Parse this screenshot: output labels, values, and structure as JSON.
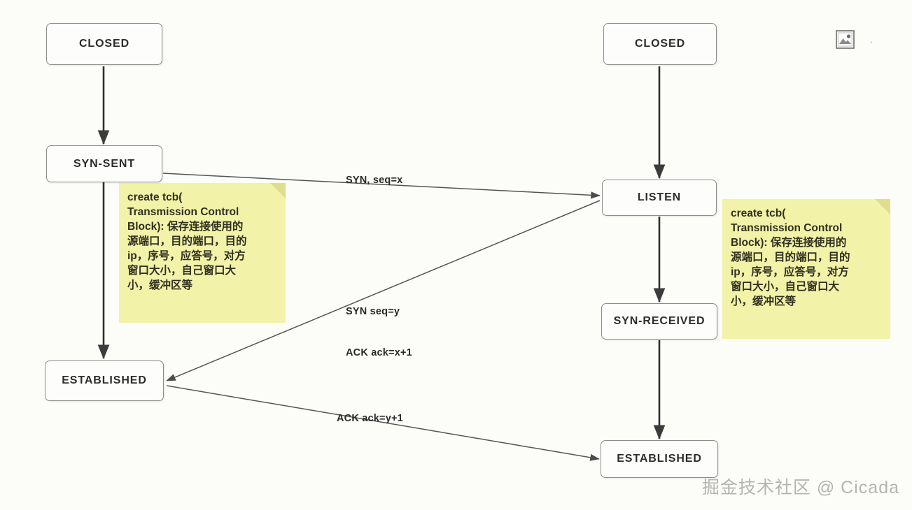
{
  "diagram": {
    "title": "TCP three-way handshake state diagram",
    "background_color": "#fcfcf8",
    "box_border_color": "#8d8d8d",
    "note_color": "#f2f2a8",
    "arrow_color": "#4a4a4a"
  },
  "client": {
    "states": [
      {
        "id": "client-closed",
        "label": "CLOSED"
      },
      {
        "id": "client-syn-sent",
        "label": "SYN-SENT"
      },
      {
        "id": "client-established",
        "label": "ESTABLISHED"
      }
    ],
    "note": {
      "lines": [
        "create tcb(",
        "Transmission Control",
        "Block): 保存连接使用的",
        "源端口，目的端口，目的",
        "ip，序号，应答号，对方",
        "窗口大小，自己窗口大",
        "小，缓冲区等"
      ],
      "text": "create tcb(Transmission Control Block): 保存连接使用的源端口，目的端口，目的ip，序号，应答号，对方窗口大小，自己窗口大小，缓冲区等"
    }
  },
  "server": {
    "states": [
      {
        "id": "server-closed",
        "label": "CLOSED"
      },
      {
        "id": "server-listen",
        "label": "LISTEN"
      },
      {
        "id": "server-syn-received",
        "label": "SYN-RECEIVED"
      },
      {
        "id": "server-established",
        "label": "ESTABLISHED"
      }
    ],
    "note": {
      "lines": [
        "create tcb(",
        "Transmission Control",
        "Block): 保存连接使用的",
        "源端口，目的端口，目的",
        "ip，序号，应答号，对方",
        "窗口大小，自己窗口大",
        "小，缓冲区等"
      ],
      "text": "create tcb(Transmission Control Block): 保存连接使用的源端口，目的端口，目的ip，序号，应答号，对方窗口大小，自己窗口大小，缓冲区等"
    }
  },
  "messages": [
    {
      "id": "msg-syn",
      "label": "SYN, seq=x",
      "from": "client-syn-sent",
      "to": "server-listen"
    },
    {
      "id": "msg-syn-ack",
      "label": "SYN seq=y\nACK ack=x+1",
      "from": "server-listen",
      "to": "client-established"
    },
    {
      "id": "msg-ack",
      "label": "ACK ack=y+1",
      "from": "client-established",
      "to": "server-established"
    }
  ],
  "message_labels": {
    "syn": "SYN, seq=x",
    "syn_ack_line1": "SYN seq=y",
    "syn_ack_line2": "ACK ack=x+1",
    "ack": "ACK ack=y+1"
  },
  "watermark": {
    "text": "掘金技术社区 @ Cicada"
  },
  "decorations": {
    "image_placeholder_icon": "broken-image-icon",
    "stray_mark": "'"
  }
}
